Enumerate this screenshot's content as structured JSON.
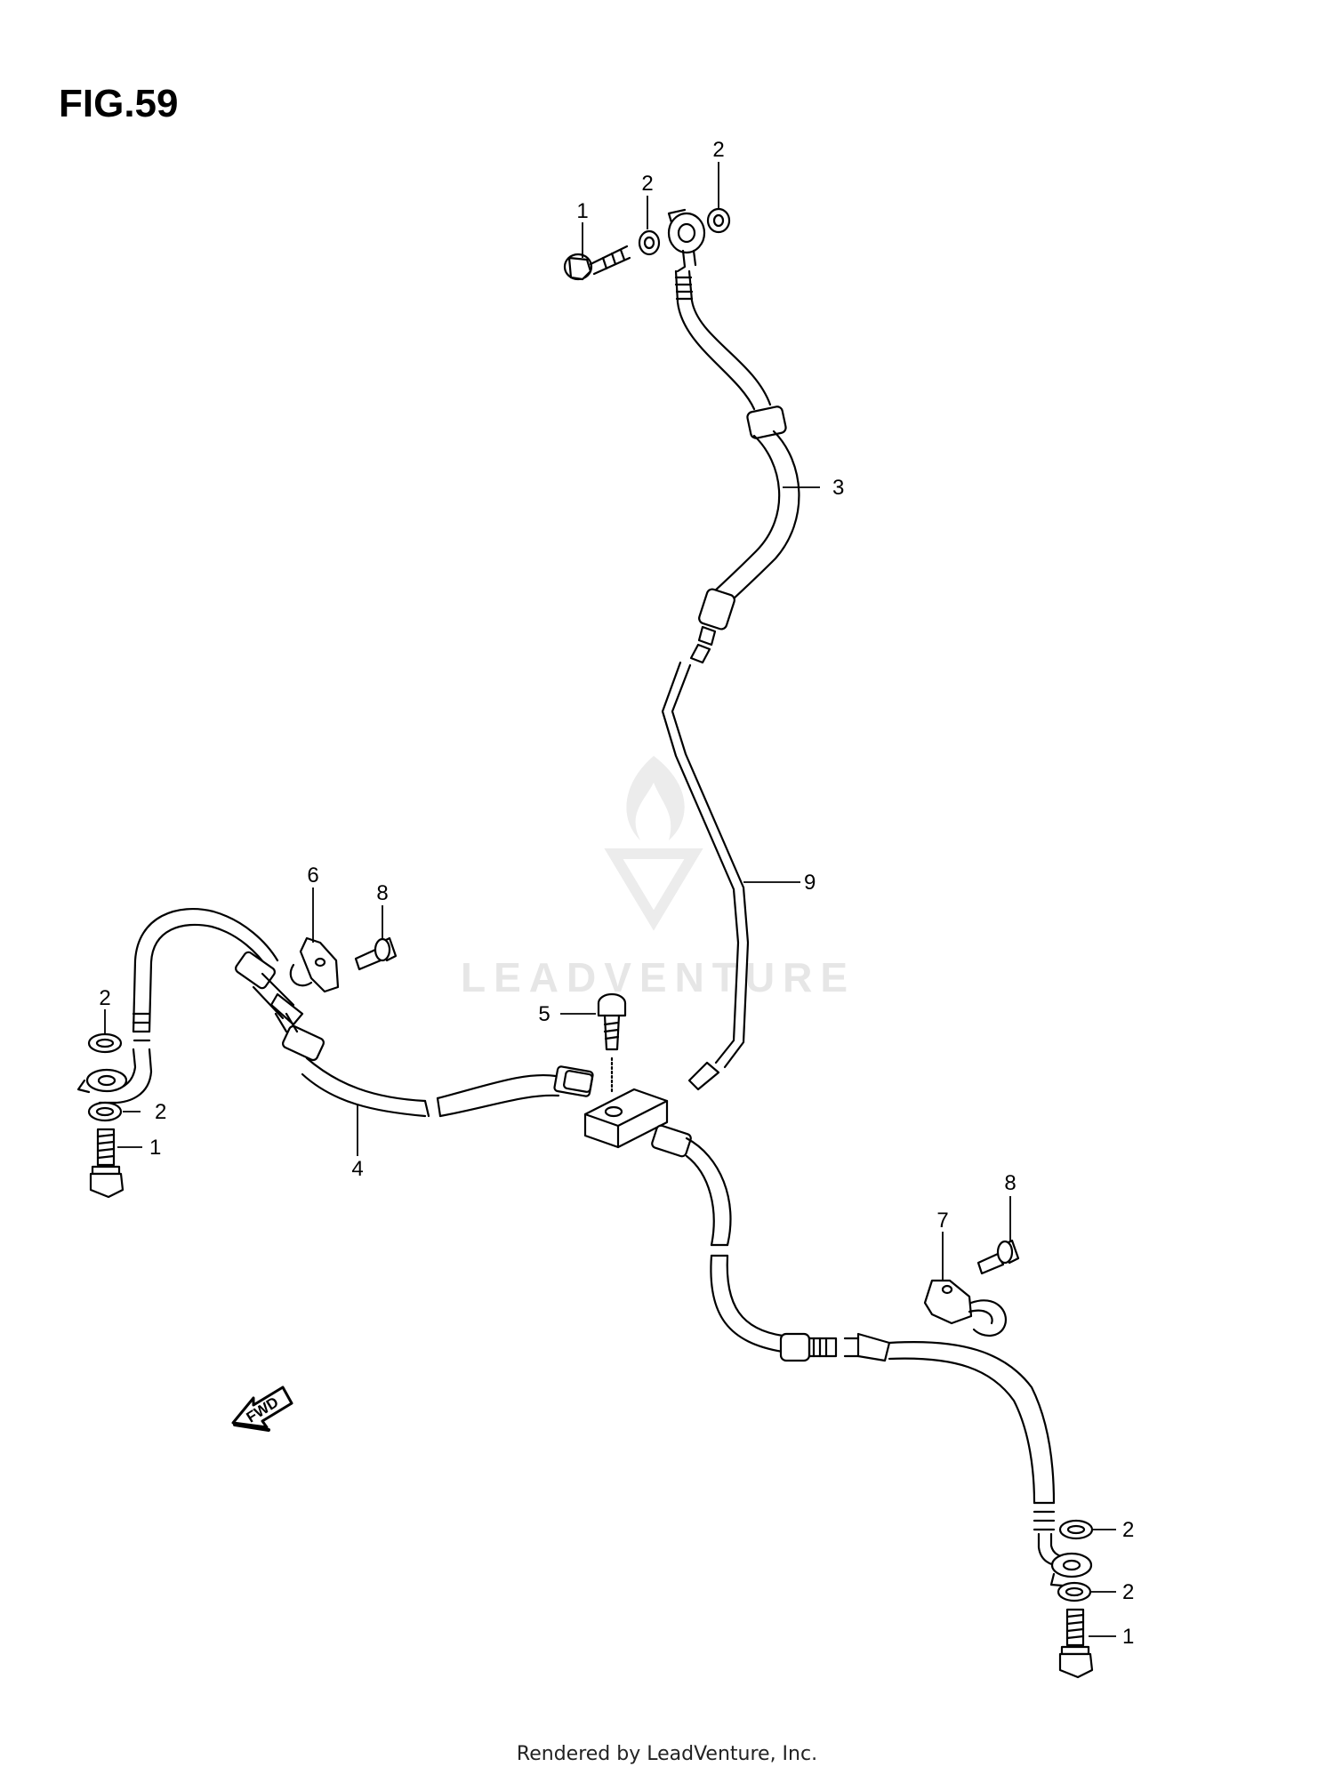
{
  "figure": {
    "title": "FIG.59"
  },
  "watermark": {
    "text": "LEADVENTURE"
  },
  "footer": {
    "text": "Rendered by LeadVenture, Inc."
  },
  "fwd_marker": {
    "label": "FWD",
    "icon": "forward-arrow-icon"
  },
  "callouts": [
    {
      "id": "c1a",
      "label": "1"
    },
    {
      "id": "c2a",
      "label": "2"
    },
    {
      "id": "c2b",
      "label": "2"
    },
    {
      "id": "c3",
      "label": "3"
    },
    {
      "id": "c9",
      "label": "9"
    },
    {
      "id": "c6",
      "label": "6"
    },
    {
      "id": "c8a",
      "label": "8"
    },
    {
      "id": "c5",
      "label": "5"
    },
    {
      "id": "c2c",
      "label": "2"
    },
    {
      "id": "c2d",
      "label": "2"
    },
    {
      "id": "c1b",
      "label": "1"
    },
    {
      "id": "c4",
      "label": "4"
    },
    {
      "id": "c8b",
      "label": "8"
    },
    {
      "id": "c7",
      "label": "7"
    },
    {
      "id": "c2e",
      "label": "2"
    },
    {
      "id": "c2f",
      "label": "2"
    },
    {
      "id": "c1c",
      "label": "1"
    }
  ]
}
